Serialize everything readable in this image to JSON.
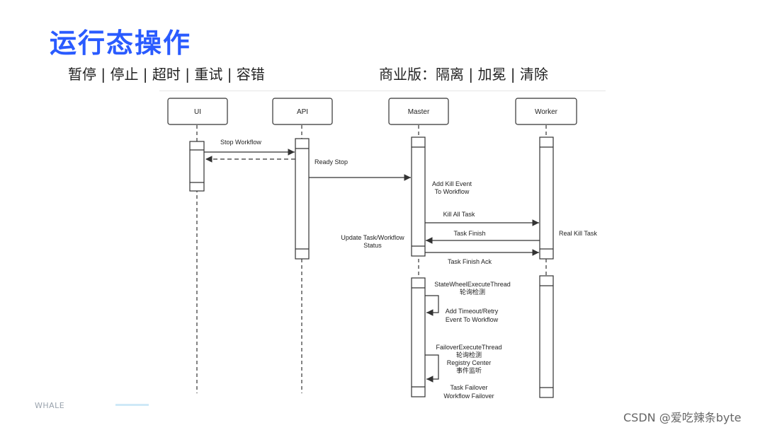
{
  "title": "运行态操作",
  "subtitle_left": "暂停 | 停止 | 超时 | 重试 | 容错",
  "subtitle_right": "商业版：隔离 | 加冕 | 清除",
  "participants": {
    "ui": "UI",
    "api": "API",
    "master": "Master",
    "worker": "Worker"
  },
  "messages": {
    "stop_workflow": "Stop Workflow",
    "ready_stop": "Ready Stop",
    "add_kill_event_1": "Add Kill Event",
    "add_kill_event_2": "To Workflow",
    "kill_all_task": "Kill All Task",
    "task_finish": "Task Finish",
    "real_kill_task": "Real Kill Task",
    "update_status_1": "Update Task/Workflow",
    "update_status_2": "Status",
    "task_finish_ack": "Task Finish Ack",
    "state_thread_1": "StateWheelExecuteThread",
    "state_thread_2": "轮询检测",
    "add_timeout_1": "Add Timeout/Retry",
    "add_timeout_2": "Event To Workflow",
    "failover_1": "FailoverExecuteThread",
    "failover_2": "轮询检测",
    "failover_3": "Registry Center",
    "failover_4": "事件监听",
    "task_failover_1": "Task Failover",
    "task_failover_2": "Workflow Failover"
  },
  "footer": {
    "brand": "WHALE",
    "watermark": "CSDN @爱吃辣条byte"
  }
}
